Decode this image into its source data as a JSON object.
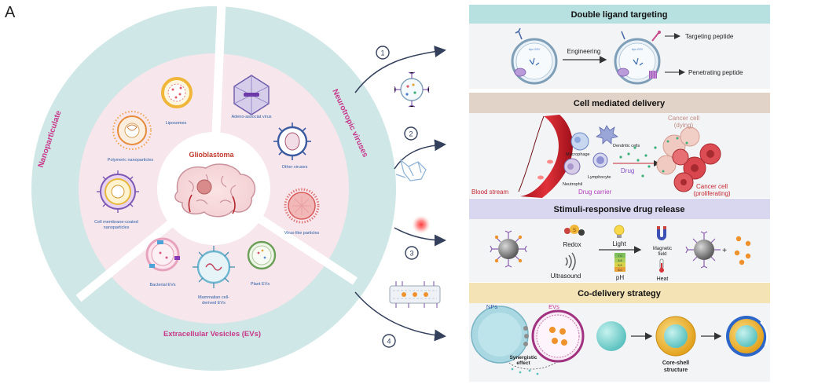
{
  "panel_letter": "A",
  "wheel": {
    "center_label": "Glioblastoma",
    "sectors": {
      "nanoparticulate": "Nanoparticulate",
      "neurotropic": "Neurotropic viruses",
      "evs": "Extracellular Vesicles (EVs)"
    },
    "items": {
      "liposomes": "Liposomes",
      "polymeric": "Polymeric nanoparticles",
      "cell_membrane_1": "Cell membrane-coated",
      "cell_membrane_2": "nanoparticles",
      "aav": "Adeno-associat virus",
      "other_viruses": "Other viruses",
      "vlp": "Virus-like particles",
      "bacterial": "Bacterial EVs",
      "mammalian_1": "Mammalian cell-",
      "mammalian_2": "derived EVs",
      "plant": "Plant EVs"
    }
  },
  "steps": [
    "1",
    "2",
    "3",
    "4"
  ],
  "panels": {
    "p1": {
      "title": "Double ligand targeting",
      "engineering": "Engineering",
      "targeting": "Targeting peptide",
      "penetrating": "Penetrating peptide",
      "apo_small": "Apo GEV"
    },
    "p2": {
      "title": "Cell mediated delivery",
      "blood": "Blood stream",
      "carrier": "Drug carrier",
      "drug": "Drug",
      "macrophage": "Macrophage",
      "dendritic": "Dendritic cells",
      "lymphocyte": "Lymphocyte",
      "neutrophil": "Neutrophil",
      "cancer_dying_1": "Cancer cell",
      "cancer_dying_2": "(dying)",
      "cancer_prolif_1": "Cancer cell",
      "cancer_prolif_2": "(proliferating)"
    },
    "p3": {
      "title": "Stimuli-responsive drug release",
      "redox": "Redox",
      "ultrasound": "Ultrasound",
      "light": "Light",
      "ph": "pH",
      "magnetic_1": "Magnetic",
      "magnetic_2": "field",
      "heat": "Heat",
      "plus": "+",
      "ph_scale": [
        "7.0",
        "6.8",
        "6.5",
        "6.0"
      ]
    },
    "p4": {
      "title": "Co-delivery strategy",
      "nps": "NPs",
      "evs": "EVs",
      "synergistic_1": "Synergistic",
      "synergistic_2": "effect",
      "coreshell_1": "Core-shell",
      "coreshell_2": "structure"
    }
  },
  "colors": {
    "sector_teal": "#cfe7e6",
    "inner_pink": "#f7e6ec",
    "sector_text": "#c8378a",
    "item_text": "#2a5fa8",
    "center_text": "#c0392b",
    "p1_header": "#b7e0e1",
    "p2_header": "#e2d3c8",
    "p3_header": "#d9d6ef",
    "p4_header": "#f3e3b5",
    "body_bg": "#f3f4f6",
    "arrow": "#34405c"
  }
}
